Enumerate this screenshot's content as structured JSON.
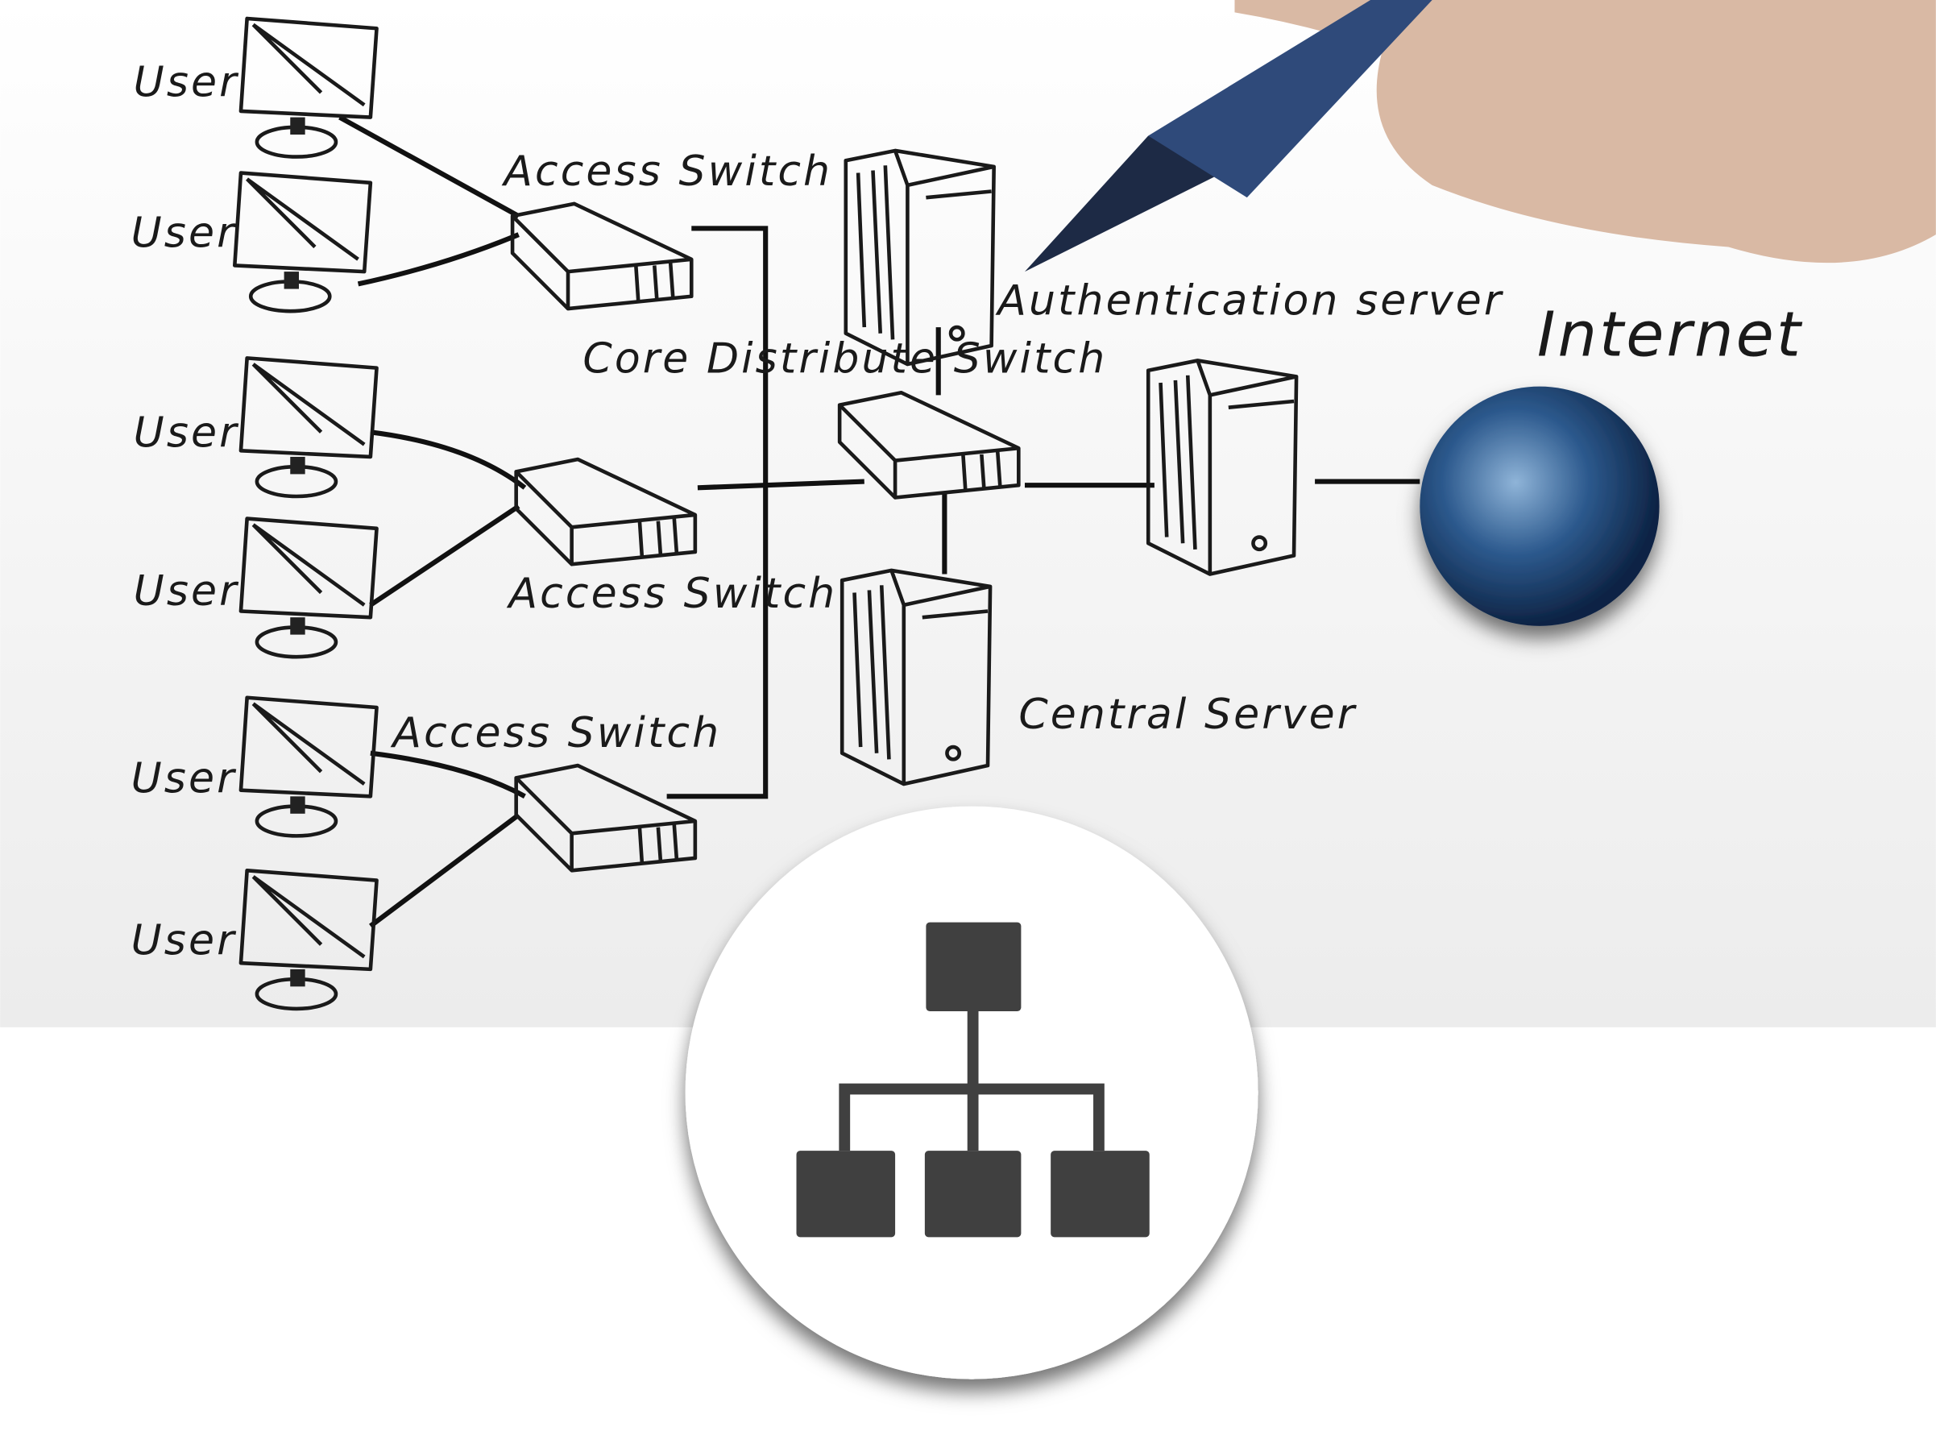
{
  "diagram": {
    "users": [
      "User",
      "User",
      "User",
      "User",
      "User",
      "User"
    ],
    "access_switches": [
      "Access Switch",
      "Access Switch",
      "Access Switch"
    ],
    "core_switch": "Core Distribute Switch",
    "auth_server": "Authentication server",
    "central_server": "Central Server",
    "internet": "Internet"
  },
  "badge": {
    "icon": "hierarchy-icon",
    "icon_color": "#404040"
  }
}
